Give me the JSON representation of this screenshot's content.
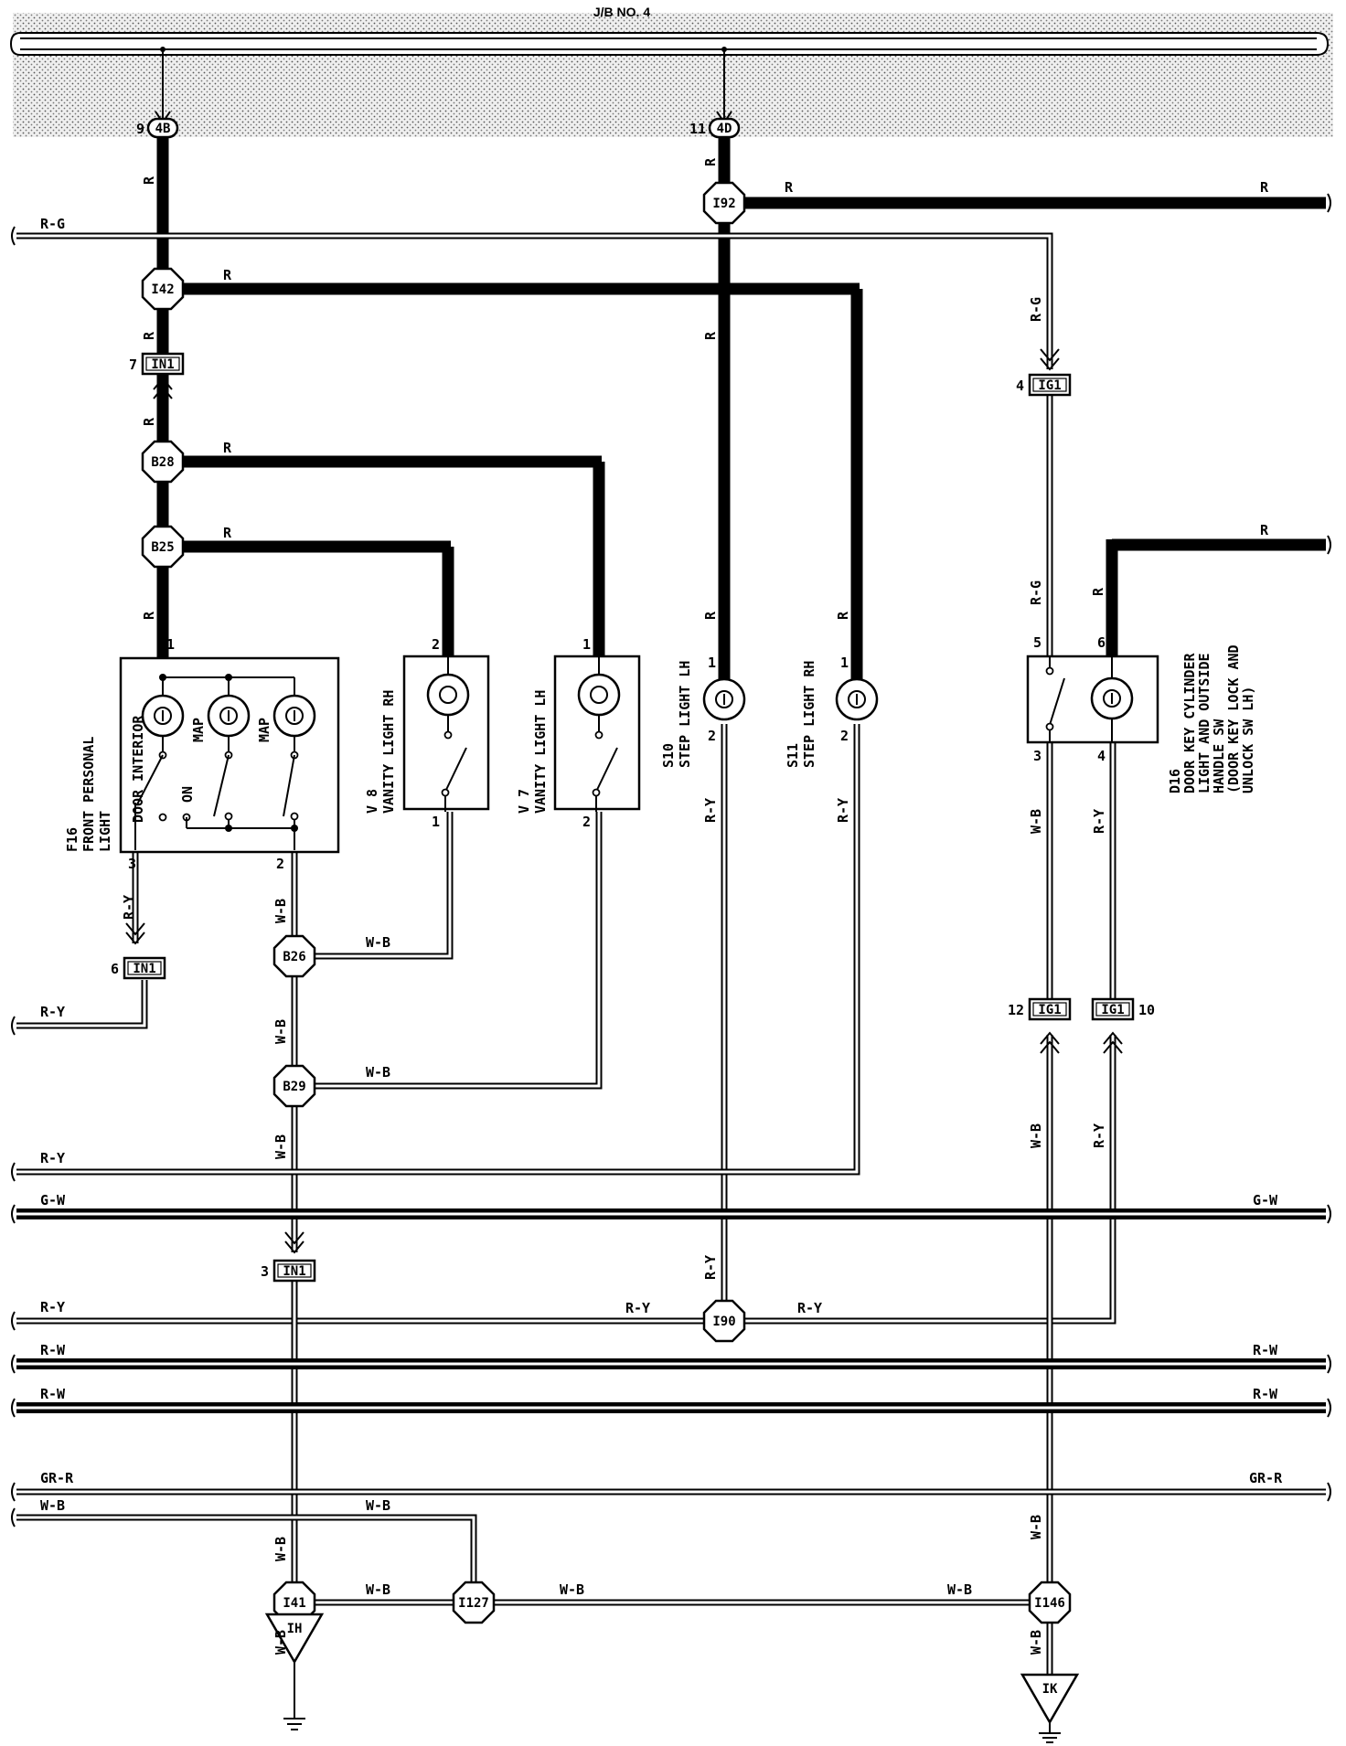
{
  "title": "J/B NO. 4",
  "junction_pins": [
    {
      "id": "jb-4b",
      "pin": "9",
      "code": "4B"
    },
    {
      "id": "jb-4d",
      "pin": "11",
      "code": "4D"
    }
  ],
  "splices": [
    "I92",
    "I42",
    "B28",
    "B25",
    "B26",
    "B29",
    "I90",
    "I41",
    "I127",
    "I146"
  ],
  "connectors": [
    {
      "code": "IN1",
      "pin": "7"
    },
    {
      "code": "IN1",
      "pin": "6"
    },
    {
      "code": "IN1",
      "pin": "3"
    },
    {
      "code": "IG1",
      "pin": "4"
    },
    {
      "code": "IG1",
      "pin": "12"
    },
    {
      "code": "IG1",
      "pin": "10"
    }
  ],
  "grounds": [
    "IH",
    "IK"
  ],
  "components": {
    "f16": {
      "code": "F16",
      "line1": "FRONT PERSONAL",
      "line2": "LIGHT",
      "lamp1": "DOOR INTERIOR",
      "lamp2": "MAP",
      "lamp3": "MAP",
      "switch": "ON",
      "pin_top": "1",
      "pin_left": "3",
      "pin_right": "2"
    },
    "v8": {
      "code": "V 8",
      "name": "VANITY LIGHT RH",
      "pin_top": "2",
      "pin_bottom": "1"
    },
    "v7": {
      "code": "V 7",
      "name": "VANITY LIGHT LH",
      "pin_top": "1",
      "pin_bottom": "2"
    },
    "s10": {
      "code": "S10",
      "name": "STEP LIGHT LH",
      "pin_top": "1",
      "pin_bottom": "2"
    },
    "s11": {
      "code": "S11",
      "name": "STEP LIGHT RH",
      "pin_top": "1",
      "pin_bottom": "2"
    },
    "d16": {
      "code": "D16",
      "line1": "DOOR KEY CYLINDER",
      "line2": "LIGHT AND OUTSIDE",
      "line3": "HANDLE SW",
      "line4": "(DOOR KEY LOCK AND",
      "line5": "UNLOCK SW LH)",
      "pin5": "5",
      "pin6": "6",
      "pin3": "3",
      "pin4": "4"
    }
  },
  "wire_colors": {
    "r": "R",
    "rg": "R-G",
    "ry": "R-Y",
    "wb": "W-B",
    "gw": "G-W",
    "rw": "R-W",
    "grr": "GR-R"
  }
}
